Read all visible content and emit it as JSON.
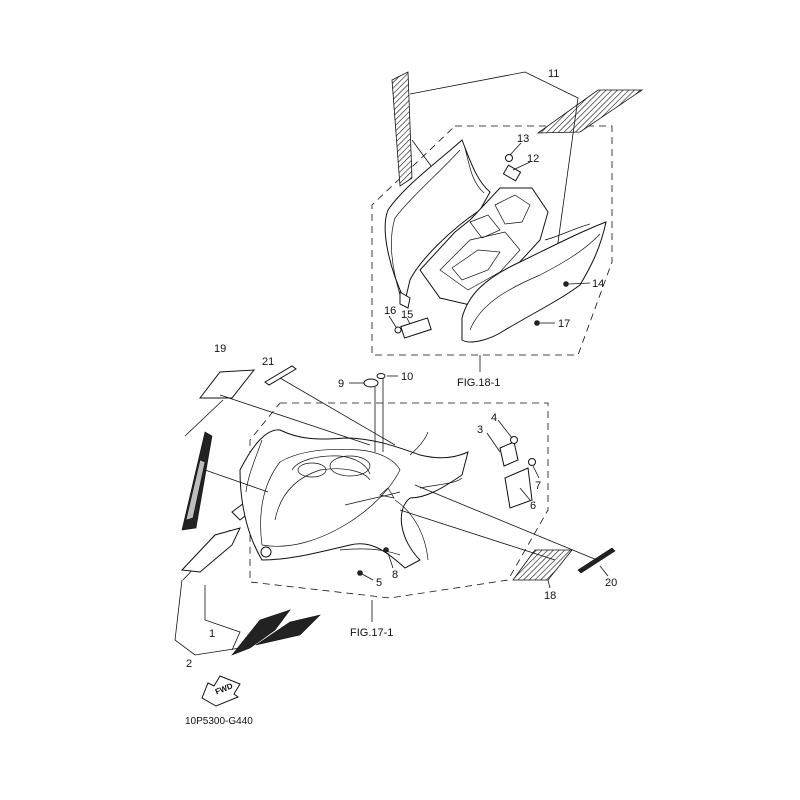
{
  "drawing_code": "10P5300-G440",
  "fwd_arrow_label": "FWD",
  "figure_refs": {
    "upper": "FIG.18-1",
    "lower": "FIG.17-1"
  },
  "part_numbers": {
    "p1": "1",
    "p2": "2",
    "p3": "3",
    "p4": "4",
    "p5": "5",
    "p6": "6",
    "p7": "7",
    "p8": "8",
    "p9": "9",
    "p10": "10",
    "p11": "11",
    "p12": "12",
    "p13": "13",
    "p14": "14",
    "p15": "15",
    "p16": "16",
    "p17": "17",
    "p18": "18",
    "p19": "19",
    "p20": "20",
    "p21": "21"
  }
}
